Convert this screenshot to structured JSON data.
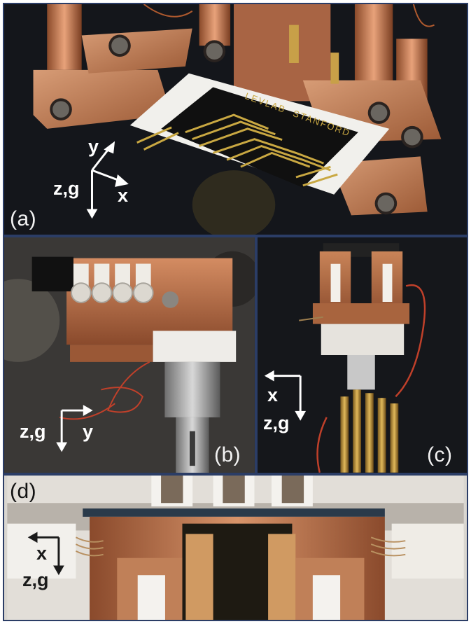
{
  "panels": {
    "a": {
      "label": "(a)",
      "pcb_text": "LEVLAB",
      "pcb_text2": "STANFORD",
      "axes": {
        "vertical": "z,g",
        "horizontal": "x",
        "diagonal": "y"
      }
    },
    "b": {
      "label": "(b)",
      "axes": {
        "vertical": "z,g",
        "horizontal": "y"
      }
    },
    "c": {
      "label": "(c)",
      "axes": {
        "vertical": "z,g",
        "horizontal": "x"
      }
    },
    "d": {
      "label": "(d)",
      "axes": {
        "vertical": "z,g",
        "horizontal": "x"
      }
    }
  },
  "colors": {
    "frame": "#2b3d66",
    "copper": "#c07a4e",
    "brass": "#b08a3c",
    "teflon": "#f4f2ee",
    "background": "#101216"
  }
}
